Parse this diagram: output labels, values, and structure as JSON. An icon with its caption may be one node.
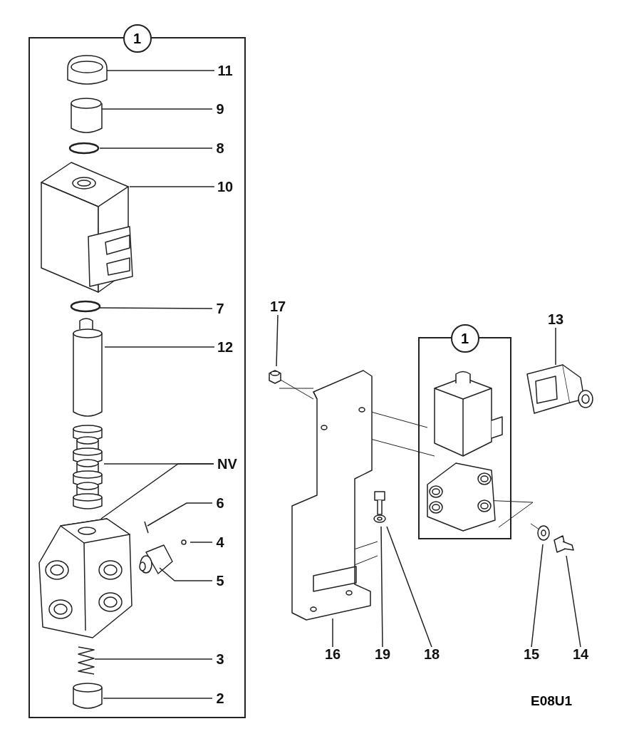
{
  "diagram": {
    "nodes": [
      {
        "text": [
          "1"
        ]
      },
      {
        "text": [
          "11"
        ],
        "in": 0
      },
      {
        "text": [
          "9"
        ],
        "in": 0
      },
      {
        "text": [
          "8"
        ],
        "in": 0
      },
      {
        "text": [
          "10"
        ],
        "in": 0
      },
      {
        "text": [
          "7"
        ],
        "in": 0
      },
      {
        "text": [
          "12"
        ],
        "in": 0
      },
      {
        "text": [
          "NV"
        ],
        "in": 0
      },
      {
        "text": [
          "6"
        ],
        "in": 0
      },
      {
        "text": [
          "4"
        ],
        "in": 0
      },
      {
        "text": [
          "5"
        ],
        "in": 0
      },
      {
        "text": [
          "3"
        ],
        "in": 0
      },
      {
        "text": [
          "2"
        ],
        "in": 0
      },
      {
        "text": [
          "17"
        ]
      },
      {
        "text": [
          "13"
        ]
      },
      {
        "text": [
          "1"
        ]
      },
      {
        "text": [
          "16"
        ]
      },
      {
        "text": [
          "19"
        ]
      },
      {
        "text": [
          "18"
        ]
      },
      {
        "text": [
          "15"
        ]
      },
      {
        "text": [
          "14"
        ]
      }
    ],
    "edges": [
      {
        "from": 1,
        "to": null,
        "arrow": "none"
      },
      {
        "from": 2,
        "to": null,
        "arrow": "none"
      },
      {
        "from": 3,
        "to": null,
        "arrow": "none"
      },
      {
        "from": 4,
        "to": null,
        "arrow": "none"
      },
      {
        "from": 5,
        "to": null,
        "arrow": "none"
      },
      {
        "from": 6,
        "to": null,
        "arrow": "none"
      },
      {
        "from": 7,
        "to": null,
        "arrow": "none"
      },
      {
        "from": 7,
        "to": null,
        "arrow": "none"
      },
      {
        "from": 8,
        "to": null,
        "arrow": "none"
      },
      {
        "from": 9,
        "to": null,
        "arrow": "none"
      },
      {
        "from": 10,
        "to": null,
        "arrow": "none"
      },
      {
        "from": 11,
        "to": null,
        "arrow": "none"
      },
      {
        "from": 12,
        "to": null,
        "arrow": "none"
      },
      {
        "from": 13,
        "to": null,
        "arrow": "none"
      },
      {
        "from": 14,
        "to": null,
        "arrow": "none"
      },
      {
        "from": 16,
        "to": null,
        "arrow": "none"
      },
      {
        "from": 17,
        "to": null,
        "arrow": "none"
      },
      {
        "from": 18,
        "to": null,
        "arrow": "none"
      },
      {
        "from": 19,
        "to": null,
        "arrow": "none"
      },
      {
        "from": 20,
        "to": null,
        "arrow": "none"
      }
    ],
    "labels": [
      "E08U1"
    ]
  }
}
